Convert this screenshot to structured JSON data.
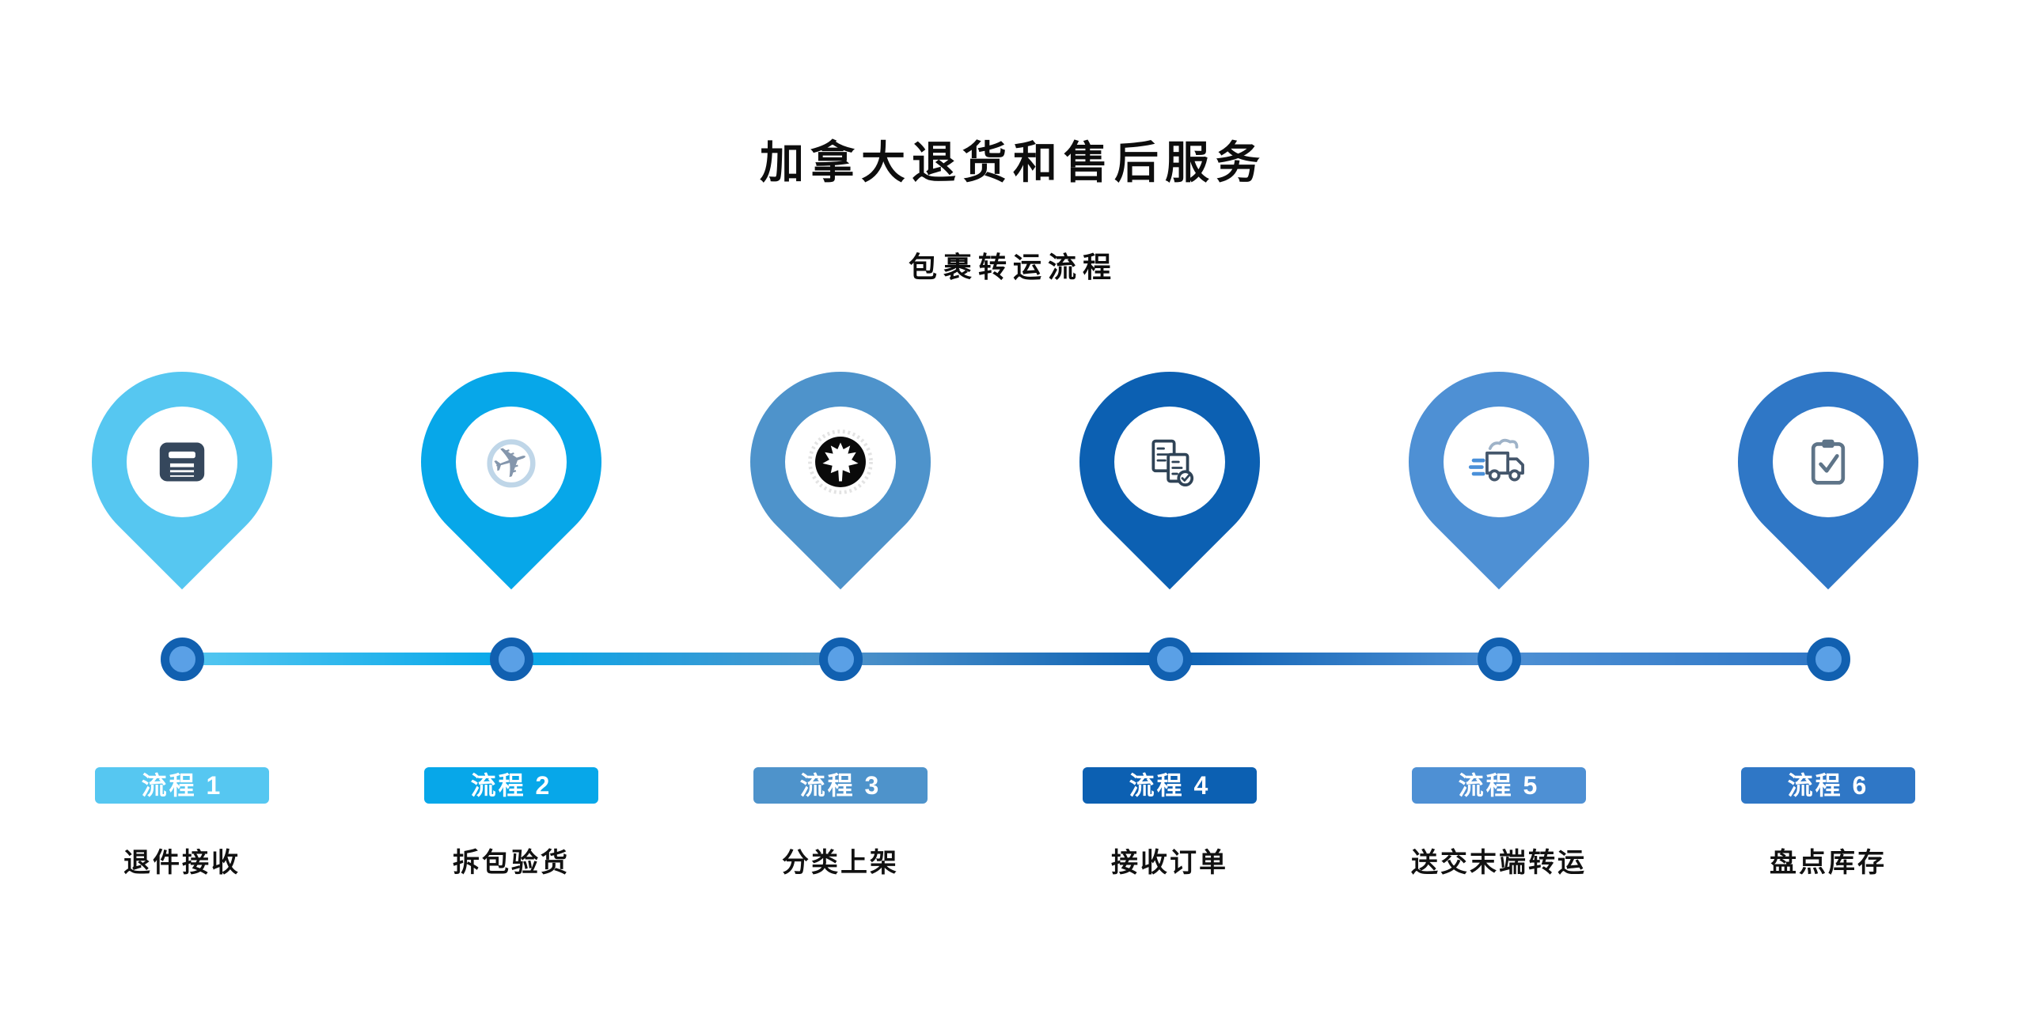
{
  "header": {
    "title": "加拿大退货和售后服务",
    "subtitle": "包裹转运流程"
  },
  "timeline": {
    "dot_ring": "#1160b0",
    "dot_fill": "#5aa0e6"
  },
  "steps": [
    {
      "badge": "流程 1",
      "label": "退件接收",
      "color": "#56c7f1",
      "icon": "warehouse-icon"
    },
    {
      "badge": "流程 2",
      "label": "拆包验货",
      "color": "#07a7e9",
      "icon": "airplane-globe-icon"
    },
    {
      "badge": "流程 3",
      "label": "分类上架",
      "color": "#4e93cb",
      "icon": "maple-leaf-icon"
    },
    {
      "badge": "流程 4",
      "label": "接收订单",
      "color": "#0c60b2",
      "icon": "order-documents-icon"
    },
    {
      "badge": "流程 5",
      "label": "送交末端转运",
      "color": "#4e90d4",
      "icon": "delivery-truck-icon"
    },
    {
      "badge": "流程 6",
      "label": "盘点库存",
      "color": "#2f77c6",
      "icon": "clipboard-check-icon"
    }
  ]
}
